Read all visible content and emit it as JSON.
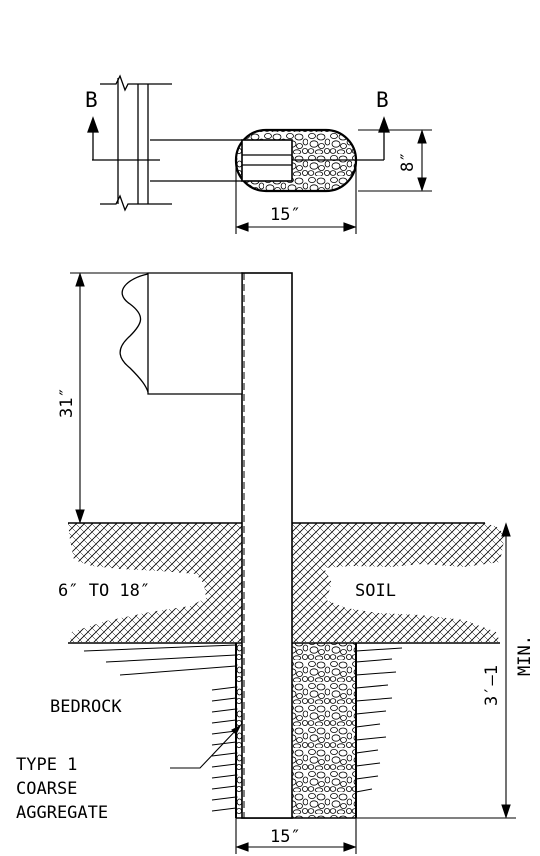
{
  "plan_view": {
    "section_marker_left": "B",
    "section_marker_right": "B",
    "dim_width": "15″",
    "dim_height": "8″"
  },
  "section_view": {
    "dim_rail_height": "31″",
    "rock_depth_label": "6″ TO 18″",
    "soil_label": "SOIL",
    "bedrock_label": "BEDROCK",
    "aggregate_label_line1": "TYPE 1",
    "aggregate_label_line2": "COARSE",
    "aggregate_label_line3": "AGGREGATE",
    "dim_embed_value": "3′–1",
    "dim_embed_note": "MIN.",
    "dim_bottom_width": "15″"
  },
  "colors": {
    "line": "#000000",
    "background": "#ffffff"
  }
}
